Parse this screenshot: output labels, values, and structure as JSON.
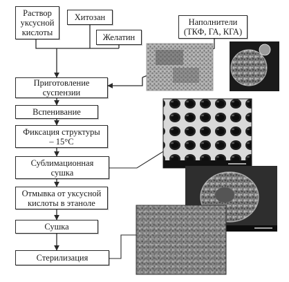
{
  "inputs": {
    "acid_solution": "Раствор\nуксусной\nкислоты",
    "chitosan": "Хитозан",
    "gelatin": "Желатин",
    "fillers": "Наполнители\n(ТКФ, ГА, КГА)"
  },
  "steps": [
    "Приготовление\nсуспензии",
    "Вспенивание",
    "Фиксация структуры\n– 15°С",
    "Сублимационная\nсушка",
    "Отмывка от уксусной\nкислоты в этаноле",
    "Сушка",
    "Стерилизация"
  ],
  "photos": [
    "filler-powder-sem-micrograph",
    "filler-granule-sem-micrograph",
    "porous-scaffold-sem-micrograph",
    "scaffold-particle-sem-micrograph",
    "dried-scaffold-surface-sem-micrograph"
  ],
  "colors": {
    "line": "#2a2a2a",
    "box_border": "#2a2a2a",
    "background": "#ffffff"
  }
}
